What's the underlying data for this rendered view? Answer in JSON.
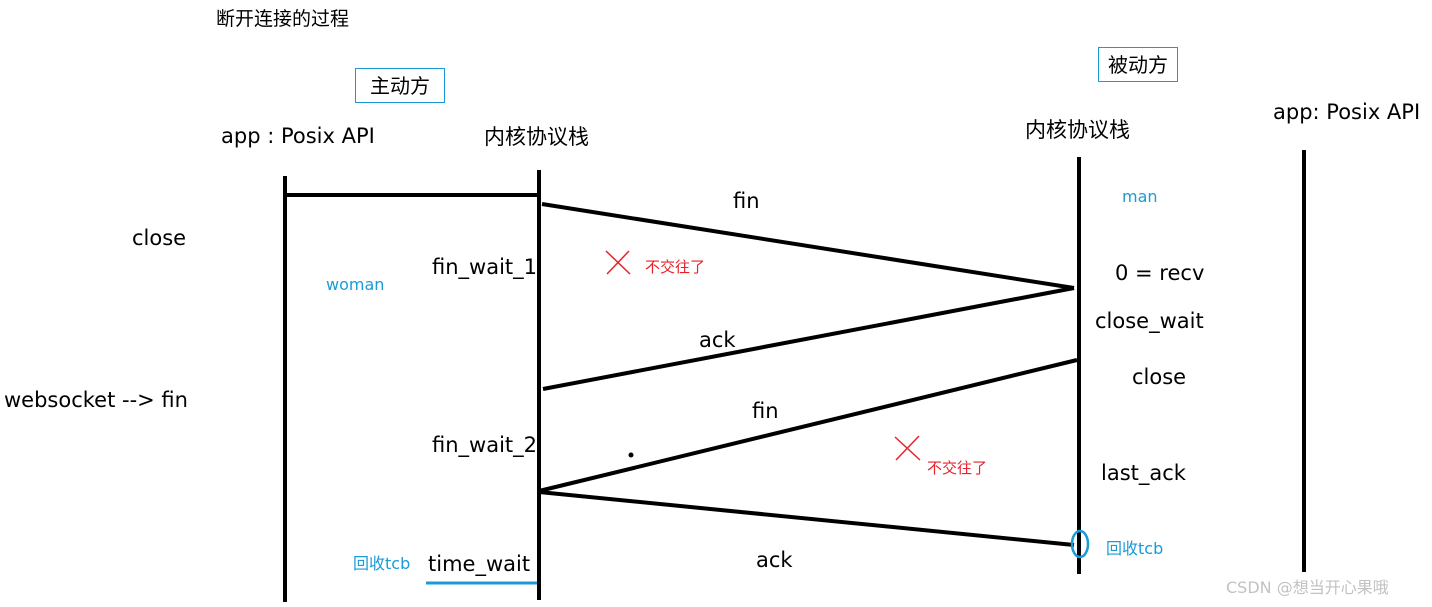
{
  "title": "断开连接的过程",
  "roles": {
    "active": "主动方",
    "passive": "被动方"
  },
  "columns": {
    "left_app": "app : Posix API",
    "left_kernel": "内核协议栈",
    "right_kernel": "内核协议栈",
    "right_app": "app: Posix API"
  },
  "left_labels": {
    "close": "close",
    "websocket": "websocket --> fin"
  },
  "annotations": {
    "woman": "woman",
    "man": "man",
    "not_dating_1": "不交往了",
    "not_dating_2": "不交往了",
    "reclaim_left": "回收tcb",
    "reclaim_right": "回收tcb"
  },
  "states_active": [
    "fin_wait_1",
    "fin_wait_2",
    "time_wait"
  ],
  "states_passive": [
    "0  = recv",
    "close_wait",
    "close",
    "last_ack"
  ],
  "messages": {
    "fin1": "fin",
    "ack1": "ack",
    "fin2": "fin",
    "ack2": "ack"
  },
  "colors": {
    "ink": "#000000",
    "accent_blue": "#1a9bd7",
    "accent_red": "#e8212b"
  },
  "watermark": "CSDN @想当开心果哦"
}
